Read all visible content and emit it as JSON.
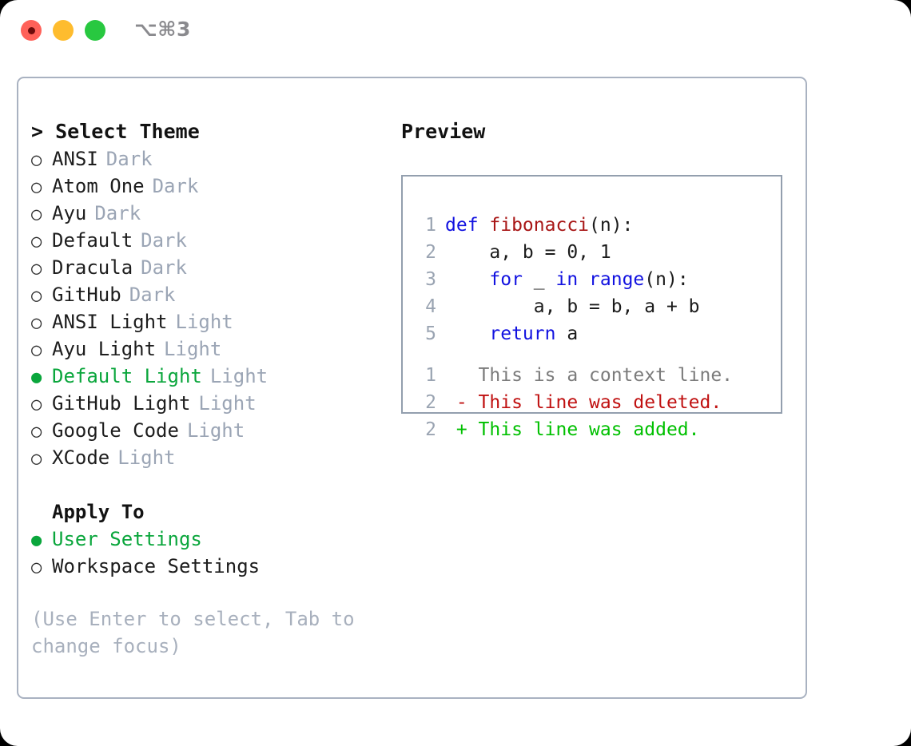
{
  "titlebar": {
    "shortcut": "⌥⌘3",
    "buttons": [
      {
        "name": "close",
        "color": "#ff6159"
      },
      {
        "name": "minimize",
        "color": "#febc2e"
      },
      {
        "name": "zoom",
        "color": "#28c840"
      }
    ]
  },
  "theme_picker": {
    "caret": ">",
    "heading": "Select Theme",
    "selected_bullet": "●",
    "unselected_bullet": "○",
    "items": [
      {
        "label": "ANSI",
        "tag": "Dark",
        "selected": false
      },
      {
        "label": "Atom One",
        "tag": "Dark",
        "selected": false
      },
      {
        "label": "Ayu",
        "tag": "Dark",
        "selected": false
      },
      {
        "label": "Default",
        "tag": "Dark",
        "selected": false
      },
      {
        "label": "Dracula",
        "tag": "Dark",
        "selected": false
      },
      {
        "label": "GitHub",
        "tag": "Dark",
        "selected": false
      },
      {
        "label": "ANSI Light",
        "tag": "Light",
        "selected": false
      },
      {
        "label": "Ayu Light",
        "tag": "Light",
        "selected": false
      },
      {
        "label": "Default Light",
        "tag": "Light",
        "selected": true
      },
      {
        "label": "GitHub Light",
        "tag": "Light",
        "selected": false
      },
      {
        "label": "Google Code",
        "tag": "Light",
        "selected": false
      },
      {
        "label": "XCode",
        "tag": "Light",
        "selected": false
      }
    ]
  },
  "apply_to": {
    "heading": "Apply To",
    "items": [
      {
        "label": "User Settings",
        "selected": true
      },
      {
        "label": "Workspace Settings",
        "selected": false
      }
    ]
  },
  "hint": "(Use Enter to select, Tab to change focus)",
  "preview": {
    "title": "Preview",
    "code_lines": [
      {
        "num": "1",
        "tokens": [
          {
            "t": "def ",
            "k": "kw"
          },
          {
            "t": "fibonacci",
            "k": "fn"
          },
          {
            "t": "(n):",
            "k": "ctext"
          }
        ]
      },
      {
        "num": "2",
        "tokens": [
          {
            "t": "    a, b = 0, 1",
            "k": "ctext"
          }
        ]
      },
      {
        "num": "3",
        "tokens": [
          {
            "t": "    ",
            "k": "ctext"
          },
          {
            "t": "for",
            "k": "kw"
          },
          {
            "t": " _ ",
            "k": "ctext"
          },
          {
            "t": "in",
            "k": "kw"
          },
          {
            "t": " ",
            "k": "ctext"
          },
          {
            "t": "range",
            "k": "kw"
          },
          {
            "t": "(n):",
            "k": "ctext"
          }
        ]
      },
      {
        "num": "4",
        "tokens": [
          {
            "t": "        a, b = b, a + b",
            "k": "ctext"
          }
        ]
      },
      {
        "num": "5",
        "tokens": [
          {
            "t": "    ",
            "k": "ctext"
          },
          {
            "t": "return",
            "k": "kw"
          },
          {
            "t": " a",
            "k": "ctext"
          }
        ]
      }
    ],
    "diff_lines": [
      {
        "num": "1",
        "marker": " ",
        "text": " This is a context line.",
        "kind": "diff-ctx"
      },
      {
        "num": "2",
        "marker": "-",
        "text": " This line was deleted.",
        "kind": "diff-del"
      },
      {
        "num": "2",
        "marker": "+",
        "text": " This line was added.",
        "kind": "diff-add"
      }
    ]
  },
  "colors": {
    "accent_green": "#0aa63c",
    "tag_gray": "#9ba5b5",
    "hint_gray": "#a8b0bd",
    "panel_border": "#a9b2c1",
    "preview_border": "#939fae",
    "keyword_blue": "#1212e0",
    "function_red": "#a81616",
    "diff_delete": "#c01111",
    "diff_add": "#00c000",
    "line_number": "#9aa4b2"
  }
}
